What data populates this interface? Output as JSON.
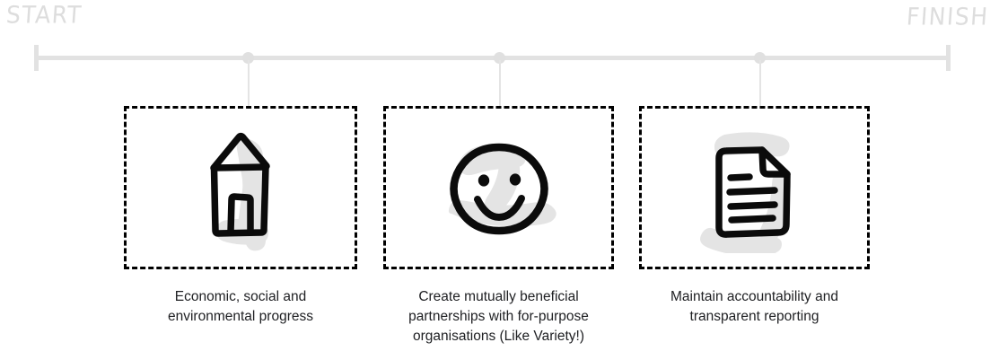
{
  "timeline": {
    "start_label": "START",
    "finish_label": "FINISH",
    "rail_color": "#e2e2e2",
    "dot_color": "#e0e0e0",
    "label_color": "#dddddd",
    "milestone_count": 3
  },
  "theme": {
    "background": "#ffffff",
    "ink": "#000000",
    "caption_color": "#202124",
    "sketch_shadow": "#e4e4e4",
    "card_border_style": "dashed"
  },
  "milestones": [
    {
      "icon": "house-icon",
      "caption_lines": [
        "Economic, social and",
        "environmental progress"
      ],
      "caption_text": "Economic, social and environmental progress"
    },
    {
      "icon": "smiley-face-icon",
      "caption_lines": [
        "Create mutually beneficial",
        "partnerships with for-purpose",
        "organisations (Like Variety!)"
      ],
      "caption_text": "Create mutually beneficial partnerships with for-purpose organisations (Like Variety!)"
    },
    {
      "icon": "document-icon",
      "caption_lines": [
        "Maintain accountability and",
        "transparent reporting"
      ],
      "caption_text": "Maintain accountability and transparent reporting"
    }
  ]
}
